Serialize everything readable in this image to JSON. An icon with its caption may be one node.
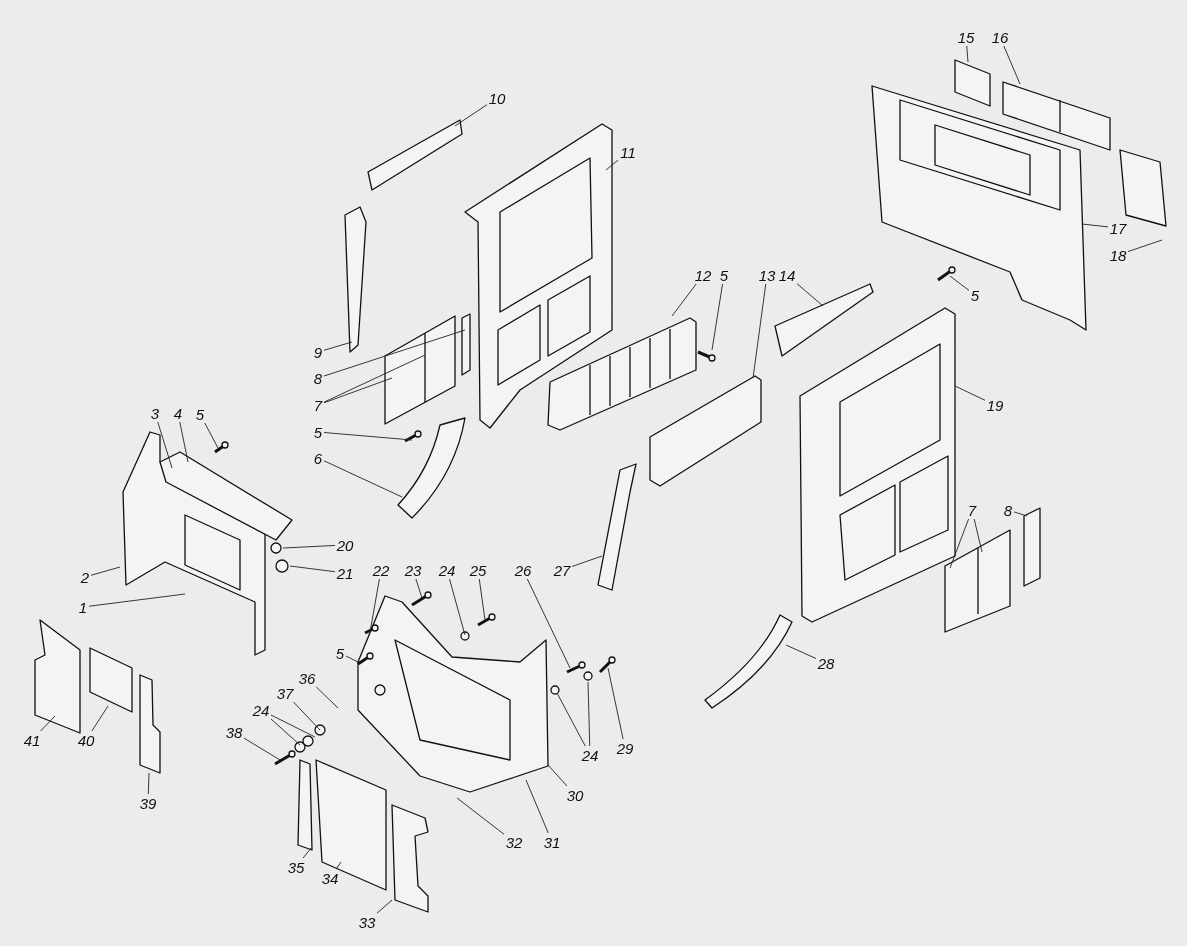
{
  "diagram": {
    "nodes": [
      {
        "text": [
          "10"
        ]
      },
      {
        "text": [
          "11"
        ]
      },
      {
        "text": [
          "15"
        ]
      },
      {
        "text": [
          "16"
        ]
      },
      {
        "text": [
          "17"
        ]
      },
      {
        "text": [
          "18"
        ]
      },
      {
        "text": [
          "5"
        ]
      },
      {
        "text": [
          "12"
        ]
      },
      {
        "text": [
          "5"
        ]
      },
      {
        "text": [
          "13"
        ]
      },
      {
        "text": [
          "14"
        ]
      },
      {
        "text": [
          "9"
        ]
      },
      {
        "text": [
          "8"
        ]
      },
      {
        "text": [
          "7"
        ]
      },
      {
        "text": [
          "19"
        ]
      },
      {
        "text": [
          "3"
        ]
      },
      {
        "text": [
          "4"
        ]
      },
      {
        "text": [
          "5"
        ]
      },
      {
        "text": [
          "5"
        ]
      },
      {
        "text": [
          "6"
        ]
      },
      {
        "text": [
          "20"
        ]
      },
      {
        "text": [
          "21"
        ]
      },
      {
        "text": [
          "7"
        ]
      },
      {
        "text": [
          "8"
        ]
      },
      {
        "text": [
          "2"
        ]
      },
      {
        "text": [
          "1"
        ]
      },
      {
        "text": [
          "22"
        ]
      },
      {
        "text": [
          "23"
        ]
      },
      {
        "text": [
          "24"
        ]
      },
      {
        "text": [
          "25"
        ]
      },
      {
        "text": [
          "26"
        ]
      },
      {
        "text": [
          "27"
        ]
      },
      {
        "text": [
          "5"
        ]
      },
      {
        "text": [
          "28"
        ]
      },
      {
        "text": [
          "36"
        ]
      },
      {
        "text": [
          "37"
        ]
      },
      {
        "text": [
          "24"
        ]
      },
      {
        "text": [
          "38"
        ]
      },
      {
        "text": [
          "24"
        ]
      },
      {
        "text": [
          "29"
        ]
      },
      {
        "text": [
          "41"
        ]
      },
      {
        "text": [
          "40"
        ]
      },
      {
        "text": [
          "30"
        ]
      },
      {
        "text": [
          "39"
        ]
      },
      {
        "text": [
          "32"
        ]
      },
      {
        "text": [
          "31"
        ]
      },
      {
        "text": [
          "35"
        ]
      },
      {
        "text": [
          "34"
        ]
      },
      {
        "text": [
          "33"
        ]
      }
    ],
    "edges": [
      {
        "from": 0,
        "to": null,
        "arrow": "none"
      },
      {
        "from": 1,
        "to": null,
        "arrow": "none"
      },
      {
        "from": 2,
        "to": null,
        "arrow": "none"
      },
      {
        "from": 3,
        "to": null,
        "arrow": "none"
      },
      {
        "from": 4,
        "to": null,
        "arrow": "none"
      },
      {
        "from": 5,
        "to": null,
        "arrow": "none"
      },
      {
        "from": 6,
        "to": null,
        "arrow": "none"
      },
      {
        "from": 7,
        "to": null,
        "arrow": "none"
      },
      {
        "from": 8,
        "to": null,
        "arrow": "none"
      },
      {
        "from": 9,
        "to": null,
        "arrow": "none"
      },
      {
        "from": 10,
        "to": null,
        "arrow": "none"
      },
      {
        "from": 11,
        "to": null,
        "arrow": "none"
      },
      {
        "from": 12,
        "to": null,
        "arrow": "none"
      },
      {
        "from": 13,
        "to": null,
        "arrow": "none"
      },
      {
        "from": 13,
        "to": null,
        "arrow": "none"
      },
      {
        "from": 14,
        "to": null,
        "arrow": "none"
      },
      {
        "from": 15,
        "to": null,
        "arrow": "none"
      },
      {
        "from": 16,
        "to": null,
        "arrow": "none"
      },
      {
        "from": 17,
        "to": null,
        "arrow": "none"
      },
      {
        "from": 18,
        "to": null,
        "arrow": "none"
      },
      {
        "from": 19,
        "to": null,
        "arrow": "none"
      },
      {
        "from": 20,
        "to": null,
        "arrow": "none"
      },
      {
        "from": 21,
        "to": null,
        "arrow": "none"
      },
      {
        "from": 22,
        "to": null,
        "arrow": "none"
      },
      {
        "from": 22,
        "to": null,
        "arrow": "none"
      },
      {
        "from": 23,
        "to": null,
        "arrow": "none"
      },
      {
        "from": 24,
        "to": null,
        "arrow": "none"
      },
      {
        "from": 25,
        "to": null,
        "arrow": "none"
      },
      {
        "from": 26,
        "to": null,
        "arrow": "none"
      },
      {
        "from": 27,
        "to": null,
        "arrow": "none"
      },
      {
        "from": 28,
        "to": null,
        "arrow": "none"
      },
      {
        "from": 29,
        "to": null,
        "arrow": "none"
      },
      {
        "from": 30,
        "to": null,
        "arrow": "none"
      },
      {
        "from": 31,
        "to": null,
        "arrow": "none"
      },
      {
        "from": 32,
        "to": null,
        "arrow": "none"
      },
      {
        "from": 33,
        "to": null,
        "arrow": "none"
      },
      {
        "from": 34,
        "to": null,
        "arrow": "none"
      },
      {
        "from": 35,
        "to": null,
        "arrow": "none"
      },
      {
        "from": 36,
        "to": null,
        "arrow": "none"
      },
      {
        "from": 36,
        "to": null,
        "arrow": "none"
      },
      {
        "from": 37,
        "to": null,
        "arrow": "none"
      },
      {
        "from": 38,
        "to": null,
        "arrow": "none"
      },
      {
        "from": 38,
        "to": null,
        "arrow": "none"
      },
      {
        "from": 39,
        "to": null,
        "arrow": "none"
      },
      {
        "from": 40,
        "to": null,
        "arrow": "none"
      },
      {
        "from": 41,
        "to": null,
        "arrow": "none"
      },
      {
        "from": 42,
        "to": null,
        "arrow": "none"
      },
      {
        "from": 43,
        "to": null,
        "arrow": "none"
      },
      {
        "from": 44,
        "to": null,
        "arrow": "none"
      },
      {
        "from": 45,
        "to": null,
        "arrow": "none"
      },
      {
        "from": 46,
        "to": null,
        "arrow": "none"
      },
      {
        "from": 47,
        "to": null,
        "arrow": "none"
      },
      {
        "from": 48,
        "to": null,
        "arrow": "none"
      }
    ]
  }
}
